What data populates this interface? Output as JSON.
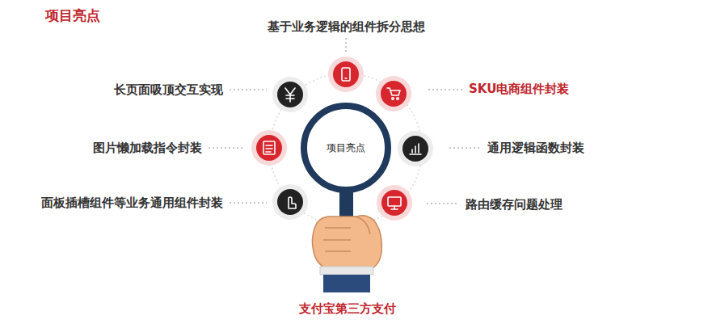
{
  "diagram": {
    "title": "项目亮点",
    "nodes": [
      {
        "text": [
          "项目亮点"
        ]
      }
    ],
    "labels": [
      "基于业务逻辑的组件拆分思想",
      "长页面吸顶交互实现",
      "SKU电商组件封装",
      "图片懒加载指令封装",
      "通用逻辑函数封装",
      "面板插槽组件等业务通用组件封装",
      "路由缓存问题处理",
      "支付宝第三方支付"
    ]
  }
}
